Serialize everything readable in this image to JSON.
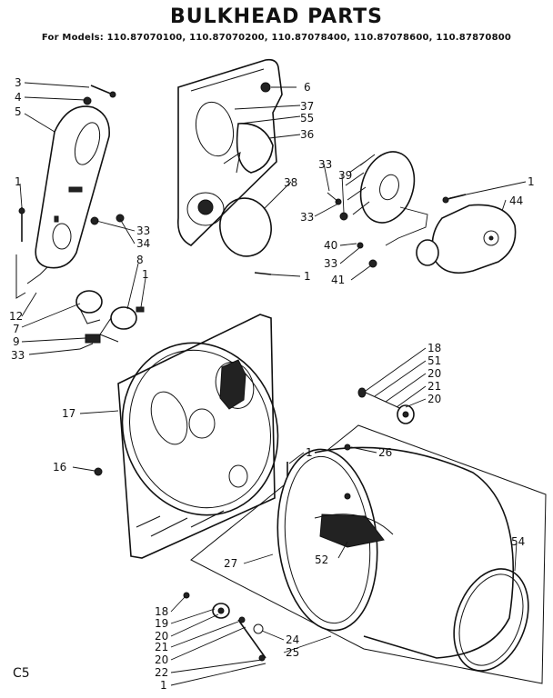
{
  "title": "BULKHEAD PARTS",
  "subtitle": "For Models: 110.87070100, 110.87070200, 110.87078400, 110.87078600, 110.87870800",
  "code": "C5",
  "labels": [
    "3",
    "4",
    "5",
    "1",
    "33",
    "34",
    "8",
    "1",
    "12",
    "7",
    "9",
    "33",
    "6",
    "37",
    "55",
    "36",
    "33",
    "39",
    "38",
    "1",
    "44",
    "33",
    "40",
    "33",
    "41",
    "1",
    "17",
    "18",
    "51",
    "20",
    "21",
    "20",
    "16",
    "1",
    "26",
    "27",
    "52",
    "54",
    "18",
    "19",
    "20",
    "21",
    "20",
    "22",
    "1",
    "24",
    "25"
  ]
}
